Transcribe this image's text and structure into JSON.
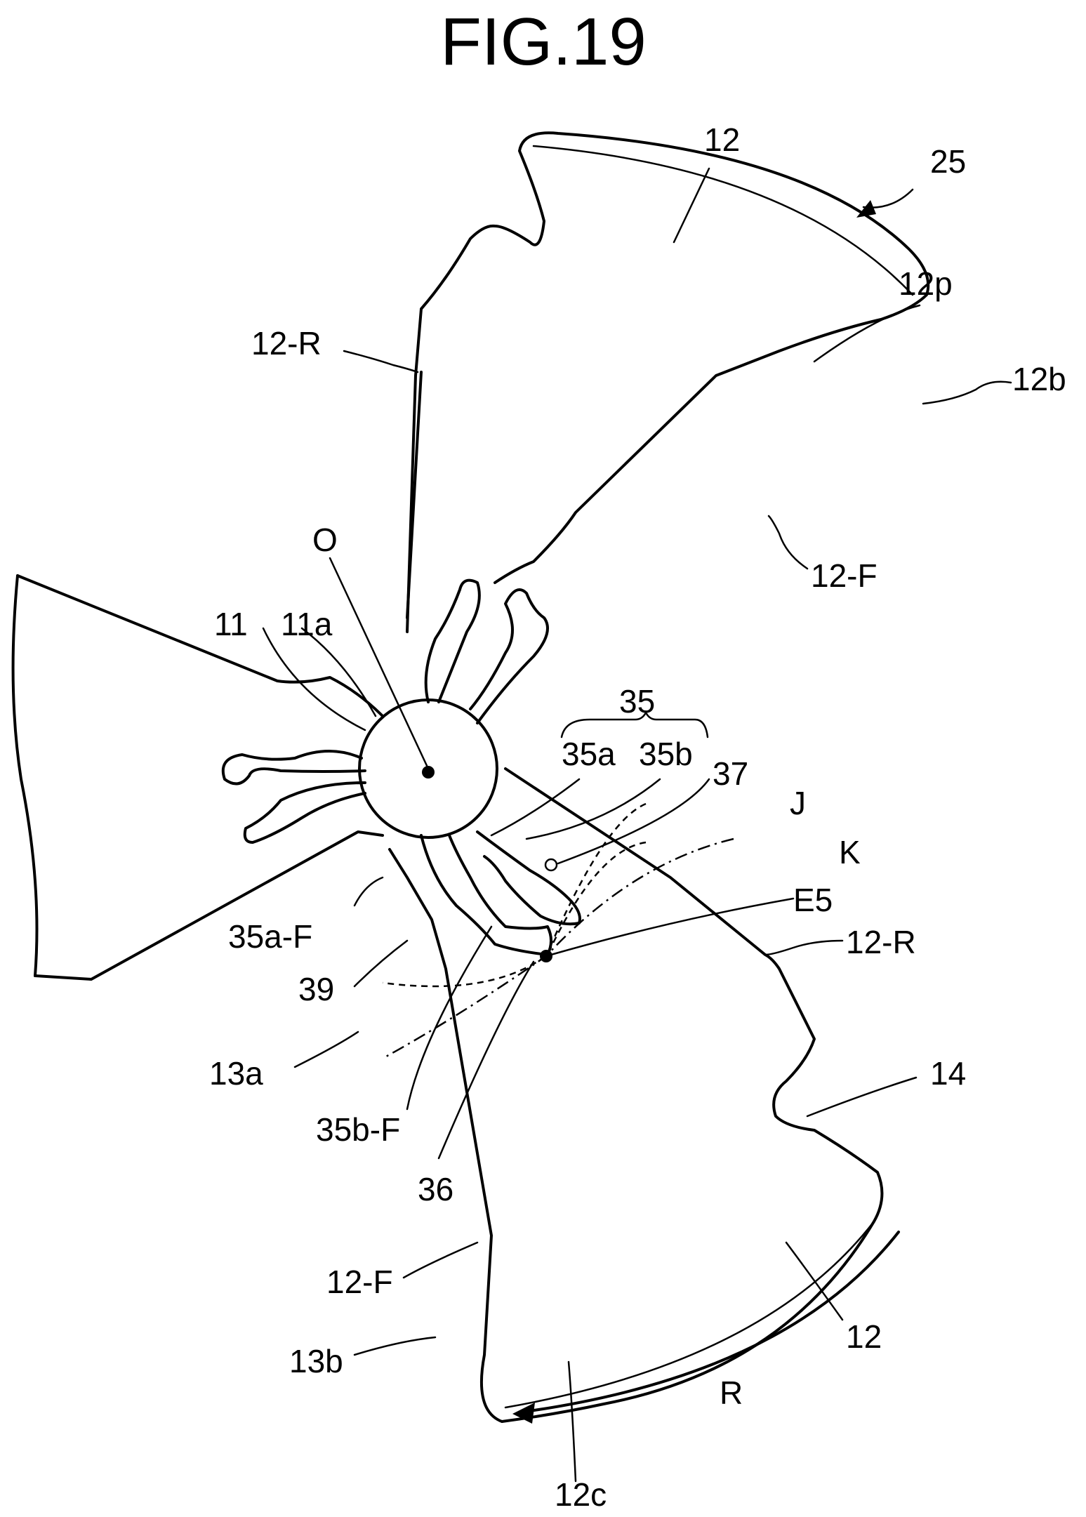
{
  "figure": {
    "title": "FIG.19",
    "labels": {
      "l25": "25",
      "l12_top": "12",
      "l12p": "12p",
      "l12b": "12b",
      "l12R_top": "12-R",
      "l12F_right": "12-F",
      "lO": "O",
      "l11": "11",
      "l11a": "11a",
      "l35": "35",
      "l35a": "35a",
      "l35b": "35b",
      "l37": "37",
      "lJ": "J",
      "lK": "K",
      "lE5": "E5",
      "l12R_right": "12-R",
      "l35aF": "35a-F",
      "l39": "39",
      "l13a": "13a",
      "l14": "14",
      "l35bF": "35b-F",
      "l36": "36",
      "l12F_bottom": "12-F",
      "l12_bottom": "12",
      "l13b": "13b",
      "lR": "R",
      "l12c": "12c"
    }
  }
}
